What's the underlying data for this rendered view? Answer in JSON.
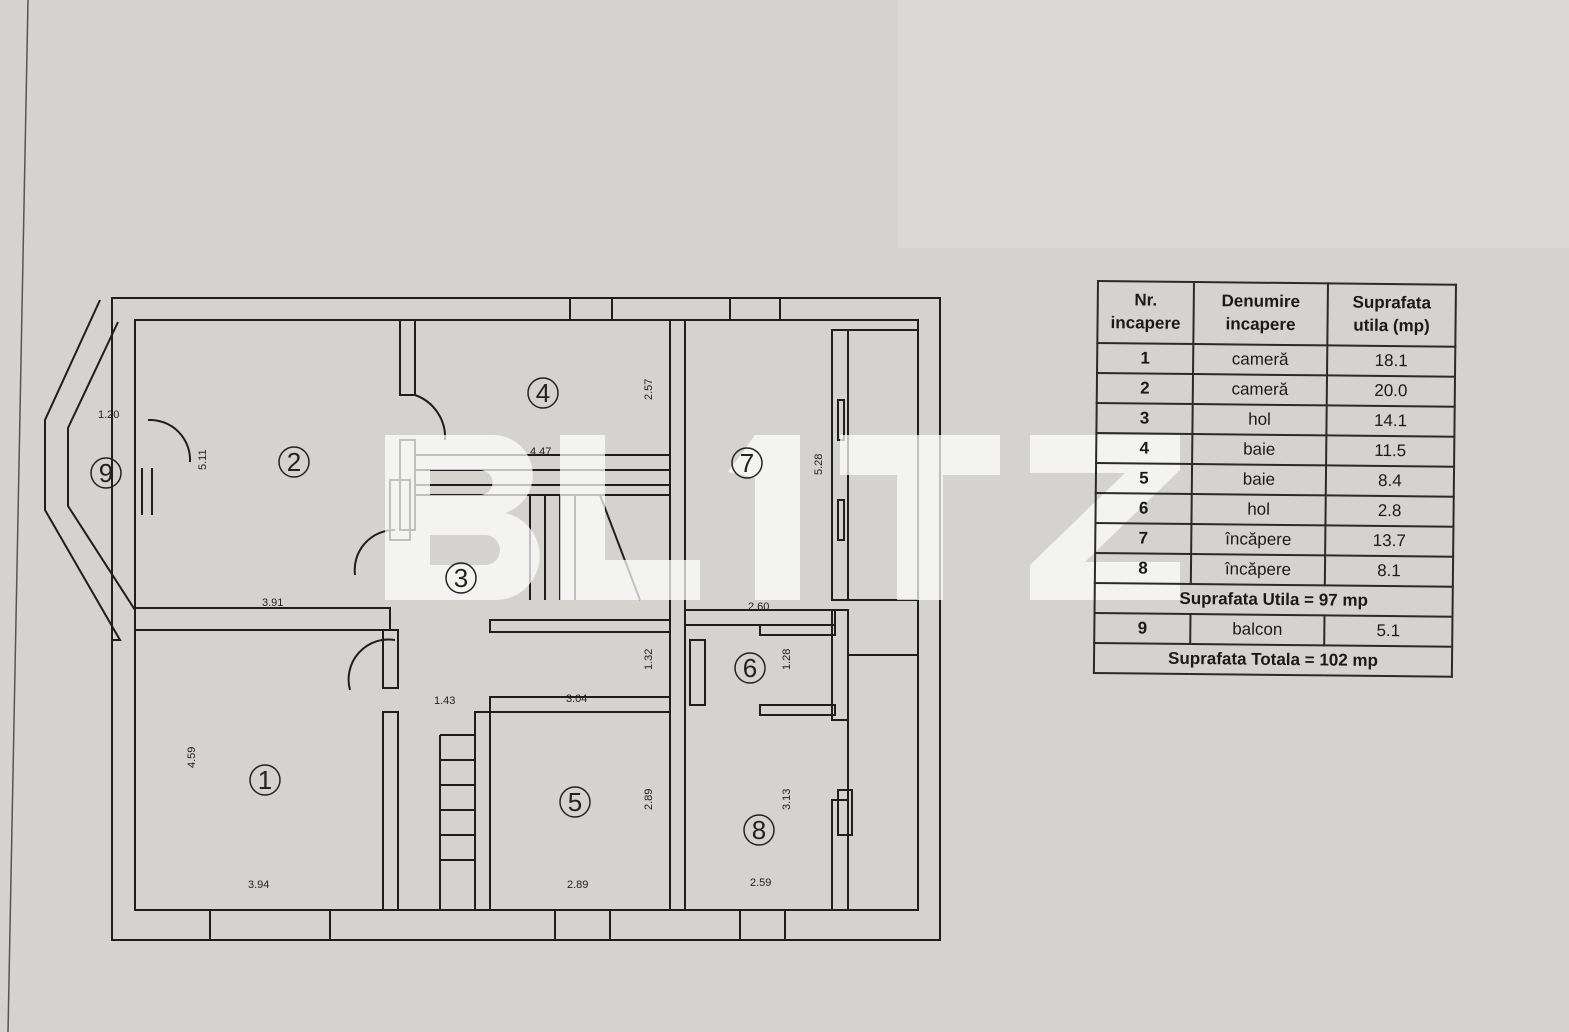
{
  "watermark": "BLITZ",
  "plan": {
    "rooms": [
      "1",
      "2",
      "3",
      "4",
      "5",
      "6",
      "7",
      "8",
      "9"
    ],
    "dimensions": [
      "1.20",
      "5.11",
      "4.47",
      "2.57",
      "5.28",
      "3.91",
      "2.60",
      "1.32",
      "1.28",
      "1.43",
      "3.04",
      "4.59",
      "2.89",
      "2.89",
      "3.13",
      "3.94",
      "2.59"
    ]
  },
  "table": {
    "headers": [
      "Nr. incapere",
      "Denumire incapere",
      "Suprafata utila    (mp)"
    ],
    "rows": [
      {
        "nr": "1",
        "name": "cameră",
        "area": "18.1"
      },
      {
        "nr": "2",
        "name": "cameră",
        "area": "20.0"
      },
      {
        "nr": "3",
        "name": "hol",
        "area": "14.1"
      },
      {
        "nr": "4",
        "name": "baie",
        "area": "11.5"
      },
      {
        "nr": "5",
        "name": "baie",
        "area": "8.4"
      },
      {
        "nr": "6",
        "name": "hol",
        "area": "2.8"
      },
      {
        "nr": "7",
        "name": "încăpere",
        "area": "13.7"
      },
      {
        "nr": "8",
        "name": "încăpere",
        "area": "8.1"
      }
    ],
    "subtotal": "Suprafata Utila = 97 mp",
    "extra": {
      "nr": "9",
      "name": "balcon",
      "area": "5.1"
    },
    "total": "Suprafata Totala = 102 mp"
  }
}
